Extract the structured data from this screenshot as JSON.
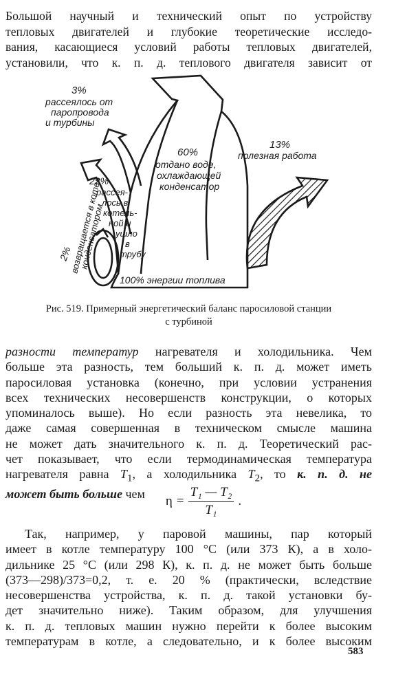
{
  "paragraph1": {
    "lines": [
      "Большой научный и технический опыт по устройству",
      "тепловых двигателей и глубокие теоретические исследо-",
      "вания, касающиеся условий работы тепловых двигателей,",
      "установили, что к. п. д. теплового двигателя зависит от"
    ]
  },
  "diagram": {
    "label_3": [
      "3%",
      "рассеялось от",
      "паропровода",
      "и турбины"
    ],
    "label_60": [
      "60%",
      "отдано воде,",
      "охлаждающей",
      "конденсатор"
    ],
    "label_13": [
      "13%",
      "полезная работа"
    ],
    "label_22": [
      "22%",
      "рассея-",
      "лось в",
      "котель-",
      "ной и",
      "ушло",
      "в",
      "трубу"
    ],
    "label_2": [
      "2%",
      "возвращается в котел",
      "конденсатором"
    ],
    "label_100": "100% энергии топлива"
  },
  "caption": {
    "line1": "Рис. 519. Примерный энергетический баланс паросиловой станции",
    "line2": "с турбиной"
  },
  "paragraph2": {
    "line1_italic": "разности температур",
    "line1_rest": " нагревателя и холодильника. Чем",
    "lines": [
      "больше эта разность, тем больший к. п. д. может иметь",
      "паросиловая установка (конечно, при условии устранения",
      "всех технических несовершенств конструкции, о которых",
      "упоминалось выше). Но если разность эта невелика, то",
      "даже самая совершенная в техническом смысле машина",
      "не может дать значительного к. п. д. Теоретический рас-"
    ],
    "line8": "чет показывает, что если термодинамическая температура",
    "line9_a": "нагревателя равна ",
    "T1": "T",
    "sub1": "1",
    "line9_b": ", а холодильника ",
    "T2": "T",
    "sub2": "2",
    "line9_c": ", то ",
    "line9_bi": "к. п. д. не",
    "line10_bi": "может быть больше",
    "line10_rest": " чем"
  },
  "formula": {
    "eta": "η",
    "equals": "=",
    "numerator": "T₁ — T₂",
    "denominator": "T₁",
    "period": "."
  },
  "paragraph3": {
    "lines": [
      "Так, например, у паровой машины, пар который",
      "имеет в котле температуру 100 °C (или 373 К), а в холо-",
      "дильнике 25 °C (или 298 К), к. п. д. не может быть больше",
      "(373—298)/373=0,2, т. е. 20 % (практически, вследствие",
      "несовершенства устройства, к. п. д. такой установки бу-",
      "дет значительно ниже). Таким образом, для улучшения",
      "к. п. д. тепловых машин нужно перейти к более высоким",
      "температурам в котле, а следовательно, и к более высоким"
    ]
  },
  "page_number": "583",
  "colors": {
    "ink": "#1a1a1a",
    "paper": "#ffffff"
  }
}
